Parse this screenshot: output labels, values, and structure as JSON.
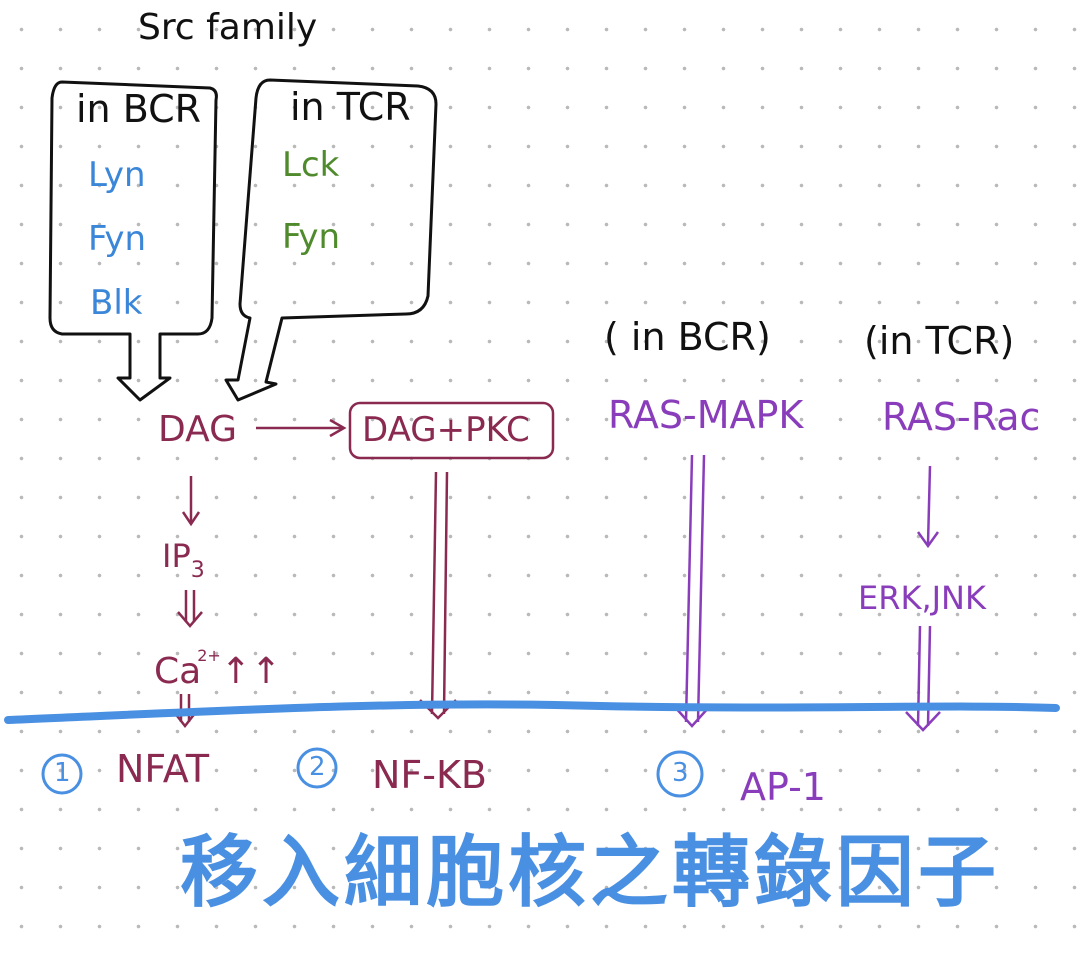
{
  "colors": {
    "ink": "#111111",
    "bcr_kinase": "#3a86d8",
    "tcr_kinase": "#4f8a2c",
    "dag_pathway": "#8a2a50",
    "ras_pathway": "#8a3dbb",
    "nucleus_line": "#4a90e2"
  },
  "src": {
    "title": "Src family",
    "bcr_box": {
      "label": "in BCR",
      "kinases": [
        "Lyn",
        "Fyn",
        "Blk"
      ]
    },
    "tcr_box": {
      "label": "in TCR",
      "kinases": [
        "Lck",
        "Fyn"
      ]
    }
  },
  "dag_path": {
    "dag": "DAG",
    "dag_pkc": "DAG+PKC",
    "ip3_main": "IP",
    "ip3_sub": "3",
    "ca_main": "Ca",
    "ca_sup": "2+",
    "ca_arrows": "↑↑"
  },
  "ras_path": {
    "bcr_note": "( in BCR)",
    "tcr_note": "(in TCR)",
    "ras_mapk": "RAS-MAPK",
    "ras_rac": "RAS-Rac",
    "erk_jnk": "ERK,JNK"
  },
  "factors": [
    {
      "num": "1",
      "label": "NFAT"
    },
    {
      "num": "2",
      "label": "NF-KB"
    },
    {
      "num": "3",
      "label": "AP-1"
    }
  ],
  "footer": "移入細胞核之轉錄因子"
}
